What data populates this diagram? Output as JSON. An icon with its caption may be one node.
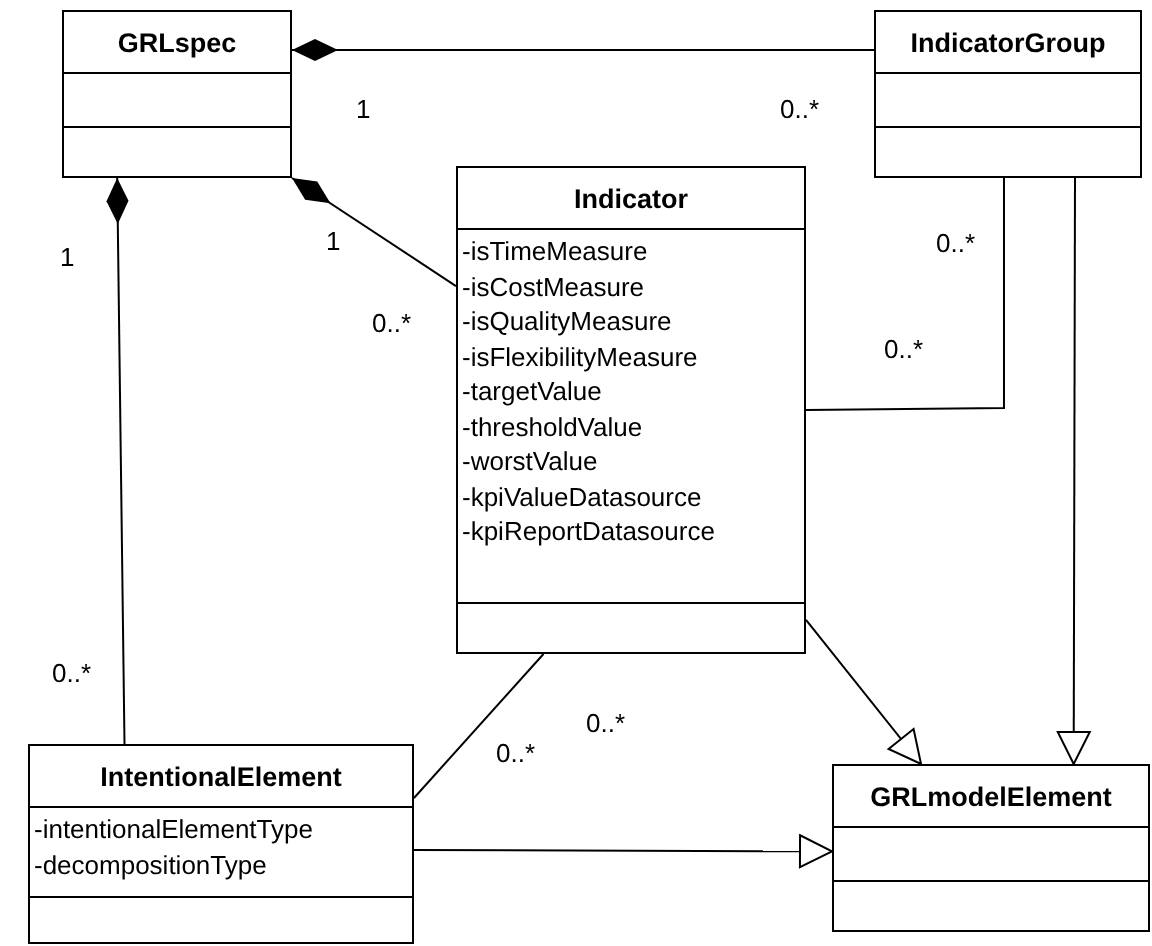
{
  "diagram": {
    "nodes": [
      {
        "text": [
          "GRLspec"
        ]
      },
      {
        "text": [
          "IndicatorGroup"
        ]
      },
      {
        "text": [
          "Indicator",
          "-isTimeMeasure",
          "-isCostMeasure",
          "-isQualityMeasure",
          "-isFlexibilityMeasure",
          "-targetValue",
          "-thresholdValue",
          "-worstValue",
          "-kpiValueDatasource",
          "-kpiReportDatasource"
        ]
      },
      {
        "text": [
          "IntentionalElement",
          "-intentionalElementType",
          "-decompositionType"
        ]
      },
      {
        "text": [
          "GRLmodelElement"
        ]
      }
    ],
    "edges": [
      {
        "from": 0,
        "to": 1,
        "arrow": "other"
      },
      {
        "from": 0,
        "to": 2,
        "arrow": "other"
      },
      {
        "from": 0,
        "to": 3,
        "arrow": "other"
      },
      {
        "from": 1,
        "to": 2,
        "arrow": "none"
      },
      {
        "from": 2,
        "to": 3,
        "arrow": "none"
      },
      {
        "from": 2,
        "to": 4,
        "arrow": "to"
      },
      {
        "from": 1,
        "to": 4,
        "arrow": "to"
      },
      {
        "from": 3,
        "to": 4,
        "arrow": "to"
      }
    ],
    "labels": [
      "1",
      "0..*",
      "1",
      "1",
      "0..*",
      "0..*",
      "0..*",
      "0..*",
      "0..*",
      "0..*"
    ]
  }
}
